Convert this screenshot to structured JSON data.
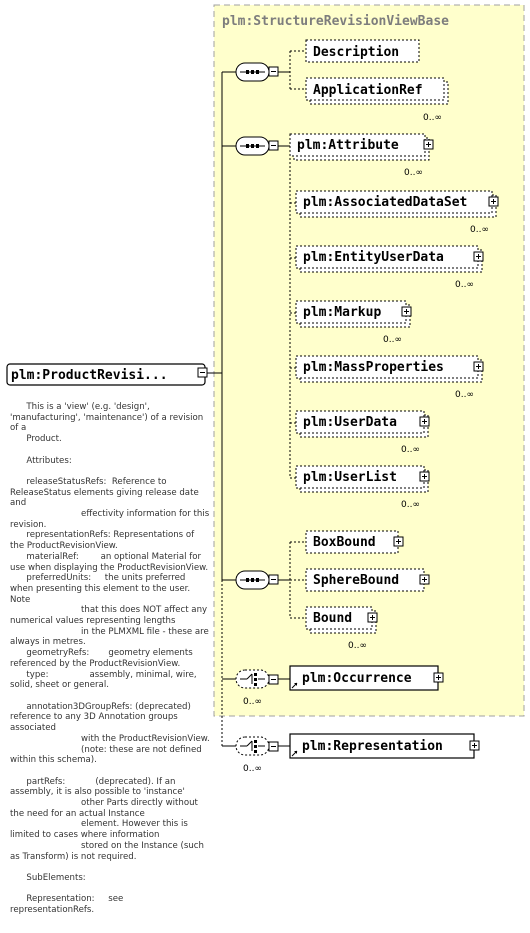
{
  "base_type": {
    "title": "plm:StructureRevisionViewBase"
  },
  "root": {
    "label": "plm:ProductRevisi..."
  },
  "groups": {
    "seq1": {
      "elements": [
        {
          "label": "Description",
          "card": ""
        },
        {
          "label": "ApplicationRef",
          "card": "0..∞"
        }
      ]
    },
    "seq2": {
      "elements": [
        {
          "label": "plm:Attribute",
          "card": "0..∞"
        },
        {
          "label": "plm:AssociatedDataSet",
          "card": "0..∞"
        },
        {
          "label": "plm:EntityUserData",
          "card": "0..∞"
        },
        {
          "label": "plm:Markup",
          "card": "0..∞"
        },
        {
          "label": "plm:MassProperties",
          "card": "0..∞"
        },
        {
          "label": "plm:UserData",
          "card": "0..∞"
        },
        {
          "label": "plm:UserList",
          "card": "0..∞"
        }
      ]
    },
    "seq3": {
      "elements": [
        {
          "label": "BoxBound",
          "card": ""
        },
        {
          "label": "SphereBound",
          "card": ""
        },
        {
          "label": "Bound",
          "card": "0..∞"
        }
      ]
    },
    "choice1": {
      "card": "0..∞",
      "element": {
        "label": "plm:Occurrence"
      }
    },
    "choice2": {
      "card": "0..∞",
      "element": {
        "label": "plm:Representation"
      }
    }
  },
  "documentation": [
    "      This is a 'view' (e.g. 'design', 'manufacturing', 'maintenance') of a revision of a",
    "      Product.",
    "",
    "      Attributes:",
    "",
    "      releaseStatusRefs:  Reference to ReleaseStatus elements giving release date and",
    "                          effectivity information for this revision.",
    "      representationRefs: Representations of the ProductRevisionView.",
    "      materialRef:        an optional Material for use when displaying the ProductRevisionView.",
    "      preferredUnits:     the units preferred when presenting this element to the user. Note",
    "                          that this does NOT affect any numerical values representing lengths",
    "                          in the PLMXML file - these are always in metres.",
    "      geometryRefs:       geometry elements referenced by the ProductRevisionView.",
    "      type:               assembly, minimal, wire, solid, sheet or general.",
    "",
    "      annotation3DGroupRefs: (deprecated) reference to any 3D Annotation groups associated",
    "                          with the ProductRevisionView.",
    "                          (note: these are not defined within this schema).",
    "",
    "      partRefs:           (deprecated). If an assembly, it is also possible to 'instance'",
    "                          other Parts directly without the need for an actual Instance",
    "                          element. However this is limited to cases where information",
    "                          stored on the Instance (such as Transform) is not required.",
    "",
    "      SubElements:",
    "",
    "      Representation:     see representationRefs."
  ]
}
